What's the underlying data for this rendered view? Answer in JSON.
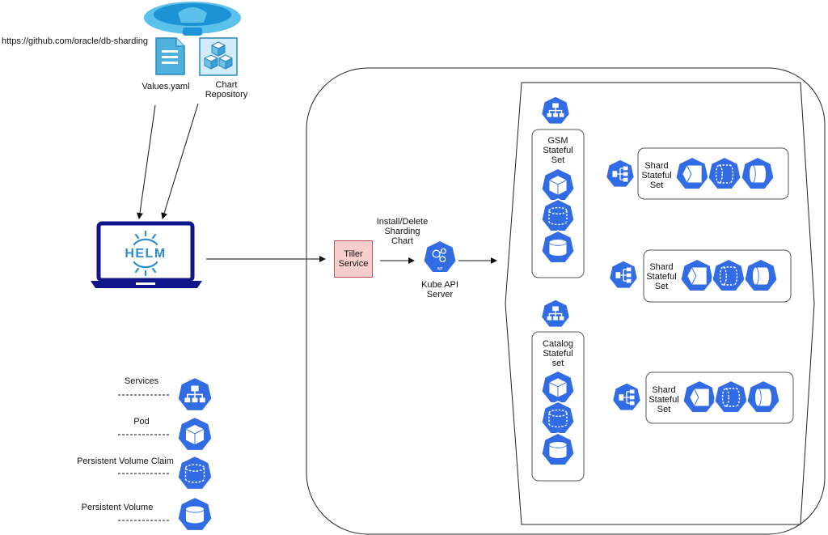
{
  "github": {
    "url": "https://github.com/oracle/db-sharding"
  },
  "inputs": {
    "values_yaml": "Values.yaml",
    "chart_repository": "Chart\nRepository"
  },
  "helm": {
    "logo_text": "HELM"
  },
  "tiller": {
    "label": "Tiller\nService"
  },
  "install_label": "Install/Delete\nSharding\nChart",
  "kube_api": {
    "label": "Kube API\nServer",
    "icon_text": "api"
  },
  "gsm": {
    "label": "GSM\nStateful\nSet"
  },
  "catalog": {
    "label": "Catalog\nStateful\nset"
  },
  "shards": [
    {
      "label": "Shard\nStateful\nSet"
    },
    {
      "label": "Shard\nStateful\nSet"
    },
    {
      "label": "Shard\nStateful\nSet"
    }
  ],
  "legend": {
    "services": "Services",
    "pod": "Pod",
    "pvc": "Persistent Volume Claim",
    "pv": "Persistent Volume"
  },
  "colors": {
    "k8s_blue": "#326ce5",
    "helm_navy": "#0f1689",
    "tiller_fill": "#f8cecc",
    "tiller_stroke": "#b85450",
    "github_cloud": "#5bc0ea"
  }
}
